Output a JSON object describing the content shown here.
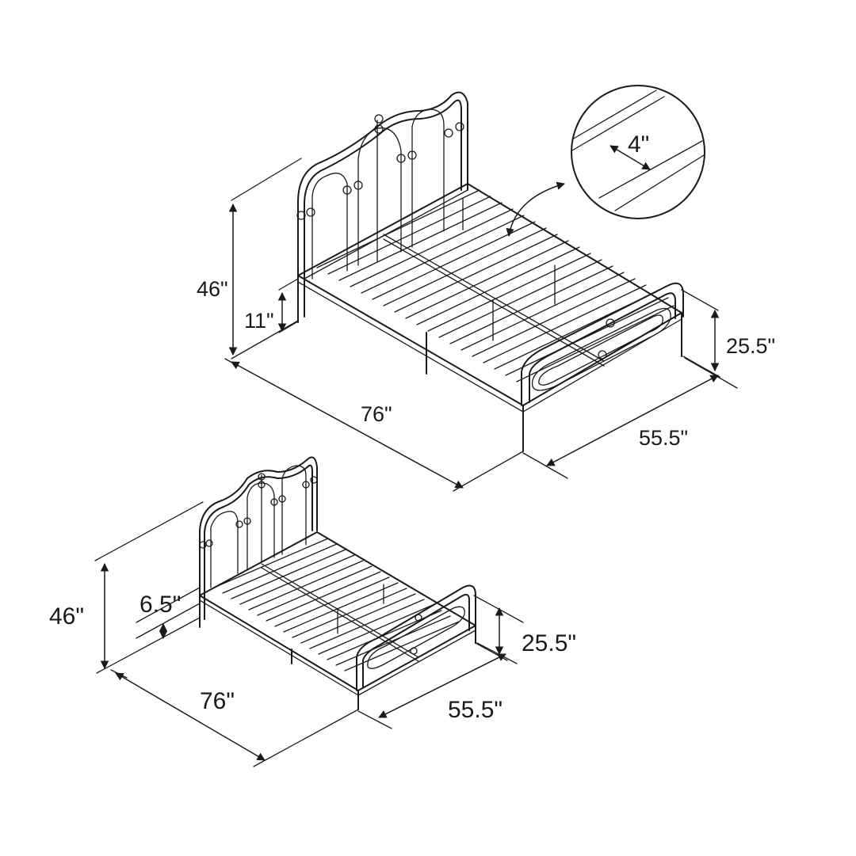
{
  "colors": {
    "line": "#1a1a1a",
    "background": "#ffffff"
  },
  "top_view": {
    "total_height": "46\"",
    "clearance": "11\"",
    "length": "76\"",
    "width": "55.5\"",
    "footboard_height": "25.5\"",
    "slat_spacing": "4\""
  },
  "bottom_view": {
    "total_height": "46\"",
    "clearance": "6.5\"",
    "length": "76\"",
    "width": "55.5\"",
    "footboard_height": "25.5\""
  }
}
